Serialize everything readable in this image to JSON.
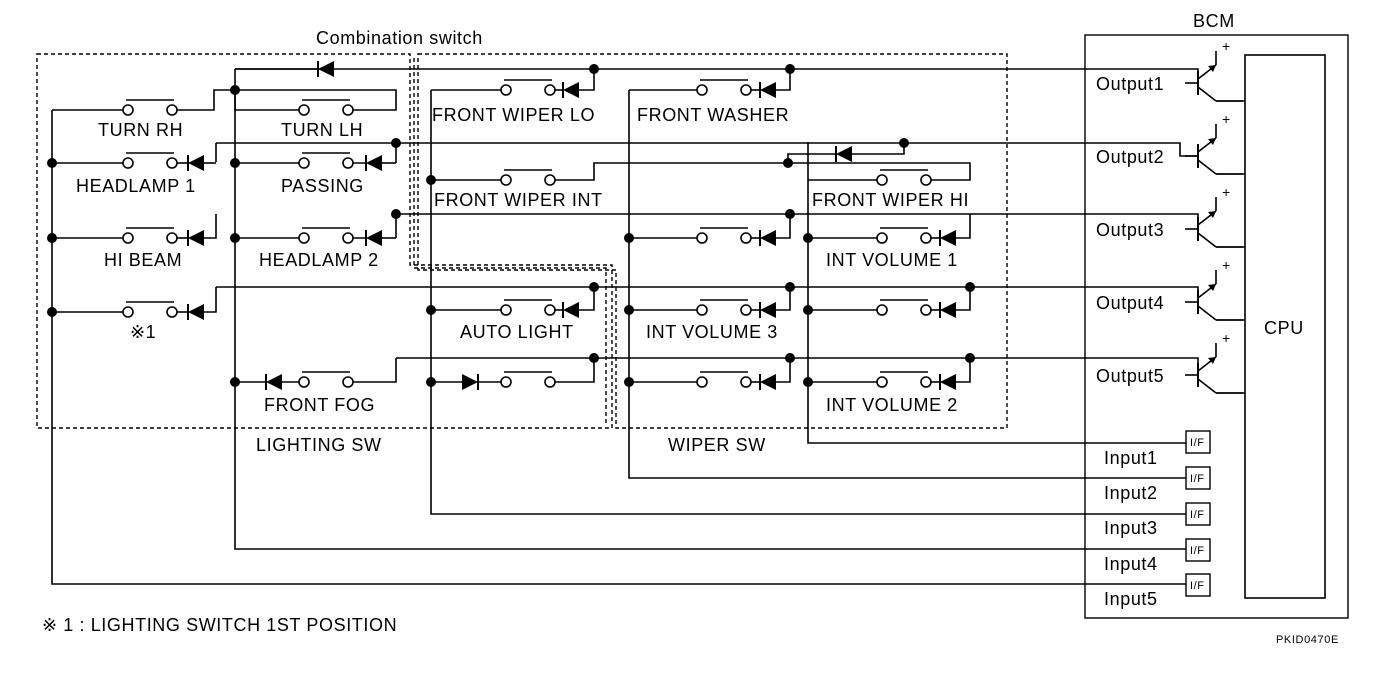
{
  "title": "Combination switch",
  "bcm_label": "BCM",
  "cpu_label": "CPU",
  "figure_code": "PKID0470E",
  "footnote": "※ 1 : LIGHTING SWITCH 1ST POSITION",
  "sections": {
    "lighting": "LIGHTING SW",
    "wiper": "WIPER SW"
  },
  "switches": {
    "turn_rh": "TURN RH",
    "turn_lh": "TURN LH",
    "headlamp1": "HEADLAMP 1",
    "passing": "PASSING",
    "hi_beam": "HI BEAM",
    "headlamp2": "HEADLAMP 2",
    "note1": "※1",
    "front_fog": "FRONT FOG",
    "front_wiper_lo": "FRONT WIPER LO",
    "front_washer": "FRONT WASHER",
    "front_wiper_int": "FRONT WIPER INT",
    "front_wiper_hi": "FRONT WIPER HI",
    "auto_light": "AUTO LIGHT",
    "int_volume_3": "INT VOLUME 3",
    "int_volume_1": "INT VOLUME 1",
    "int_volume_2": "INT VOLUME 2"
  },
  "outputs": [
    "Output1",
    "Output2",
    "Output3",
    "Output4",
    "Output5"
  ],
  "inputs": [
    "Input1",
    "Input2",
    "Input3",
    "Input4",
    "Input5"
  ],
  "interface_label": "I/F",
  "transistor_plus": "+"
}
